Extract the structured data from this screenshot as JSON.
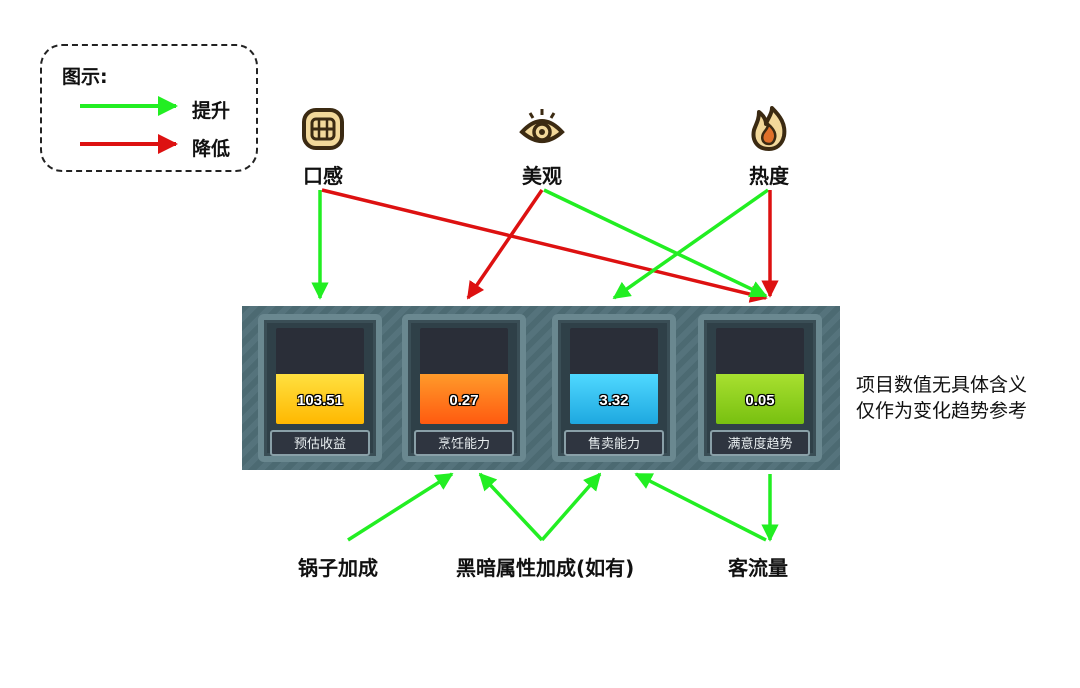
{
  "legend": {
    "title": "图示:",
    "up_label": "提升",
    "down_label": "降低",
    "up_color": "#22ee22",
    "down_color": "#dd1111"
  },
  "attributes": [
    {
      "label": "口感",
      "icon": "grill-icon"
    },
    {
      "label": "美观",
      "icon": "eye-icon"
    },
    {
      "label": "热度",
      "icon": "flame-icon"
    }
  ],
  "meters": [
    {
      "label": "预估收益",
      "value": "103.51",
      "color": "#ffc414"
    },
    {
      "label": "烹饪能力",
      "value": "0.27",
      "color": "#ff7a1a"
    },
    {
      "label": "售卖能力",
      "value": "3.32",
      "color": "#2ec4f0"
    },
    {
      "label": "满意度趋势",
      "value": "0.05",
      "color": "#8ed020"
    }
  ],
  "note": {
    "line1": "项目数值无具体含义",
    "line2": "仅作为变化趋势参考"
  },
  "bottom_factors": [
    {
      "label": "锅子加成"
    },
    {
      "label": "黑暗属性加成(如有)"
    },
    {
      "label": "客流量"
    }
  ]
}
